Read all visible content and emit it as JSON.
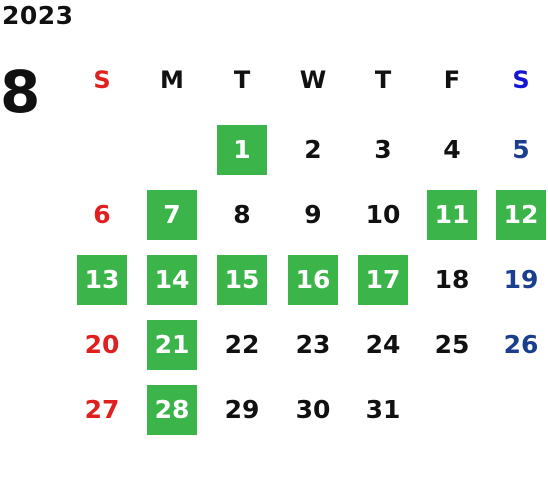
{
  "calendar": {
    "year": "2023",
    "month": "8",
    "colors": {
      "highlight": "#3bb54a",
      "sunday": "#e02020",
      "saturday_header": "#1515d6",
      "saturday": "#1b3f8f",
      "default": "#111111"
    },
    "weekdays": [
      "S",
      "M",
      "T",
      "W",
      "T",
      "F",
      "S"
    ],
    "weeks": [
      [
        null,
        null,
        {
          "d": "1",
          "hl": true
        },
        {
          "d": "2"
        },
        {
          "d": "3"
        },
        {
          "d": "4"
        },
        {
          "d": "5"
        }
      ],
      [
        {
          "d": "6"
        },
        {
          "d": "7",
          "hl": true
        },
        {
          "d": "8"
        },
        {
          "d": "9"
        },
        {
          "d": "10"
        },
        {
          "d": "11",
          "hl": true
        },
        {
          "d": "12",
          "hl": true
        }
      ],
      [
        {
          "d": "13",
          "hl": true
        },
        {
          "d": "14",
          "hl": true
        },
        {
          "d": "15",
          "hl": true
        },
        {
          "d": "16",
          "hl": true
        },
        {
          "d": "17",
          "hl": true
        },
        {
          "d": "18"
        },
        {
          "d": "19"
        }
      ],
      [
        {
          "d": "20"
        },
        {
          "d": "21",
          "hl": true
        },
        {
          "d": "22"
        },
        {
          "d": "23"
        },
        {
          "d": "24"
        },
        {
          "d": "25"
        },
        {
          "d": "26"
        }
      ],
      [
        {
          "d": "27"
        },
        {
          "d": "28",
          "hl": true
        },
        {
          "d": "29"
        },
        {
          "d": "30"
        },
        {
          "d": "31"
        },
        null,
        null
      ]
    ]
  }
}
